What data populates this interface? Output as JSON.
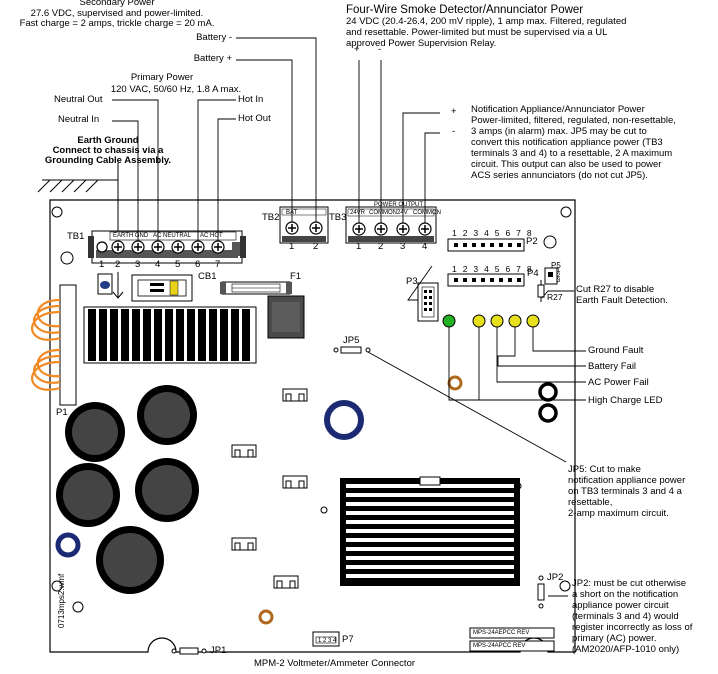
{
  "callouts": {
    "secondary_power": {
      "title": "Secondary Power",
      "line1": "27.6 VDC, supervised and power-limited.",
      "line2": "Fast charge = 2 amps, trickle charge = 20 mA."
    },
    "battery_minus": "Battery -",
    "battery_plus": "Battery +",
    "primary_power": {
      "title": "Primary Power",
      "line1": "120 VAC, 50/60 Hz, 1.8 A max."
    },
    "neutral_out": "Neutral Out",
    "neutral_in": "Neutral In",
    "hot_in": "Hot In",
    "hot_out": "Hot Out",
    "earth_ground": {
      "title": "Earth Ground",
      "line1": "Connect to chassis via a",
      "line2": "Grounding Cable Assembly."
    },
    "four_wire": {
      "title": "Four-Wire Smoke Detector/Annunciator Power",
      "line1": "24 VDC (20.4-26.4, 200 mV ripple), 1 amp max.  Filtered, regulated",
      "line2": "and resettable. Power-limited but must be  supervised via a UL",
      "line3": "approved Power Supervision Relay."
    },
    "notification": {
      "title": "Notification Appliance/Annunciator Power",
      "line1": "Power-limited, filtered, regulated, non-resettable,",
      "line2": "3 amps (in alarm) max. JP5 may be cut to",
      "line3": "convert this notification appliance power (TB3",
      "line4": "terminals 3 and 4) to a resettable, 2 A maximum",
      "line5": "circuit. This output can also be used to power",
      "line6": "ACS series annunciators (do not cut JP5)."
    },
    "cut_r27": {
      "line1": "Cut R27 to disable",
      "line2": "Earth Fault Detection."
    },
    "ground_fault": "Ground Fault",
    "battery_fail": "Battery Fail",
    "ac_power_fail": "AC Power Fail",
    "high_charge_led": "High Charge LED",
    "jp5_note": {
      "line1": "JP5: Cut to make",
      "line2": "notification appliance power",
      "line3": "on TB3 terminals 3 and 4 a",
      "line4": "resettable,",
      "line5": "2-amp maximum circuit."
    },
    "jp2_note": {
      "line1": "JP2: must be cut otherwise",
      "line2": "a short on the notification",
      "line3": "appliance power circuit",
      "line4": "(terminals 3 and 4) would",
      "line5": "register incorrectly as loss of",
      "line6": "primary (AC) power.",
      "line7": "(AM2020/AFP-1010 only)"
    },
    "mpm2": "MPM-2 Voltmeter/Ammeter Connector",
    "plus_sign": "+",
    "minus_sign": "-"
  },
  "board_labels": {
    "tb1": "TB1",
    "tb2": "TB2",
    "tb3": "TB3",
    "p1": "P1",
    "p2": "P2",
    "p3": "P3",
    "p4": "P4",
    "p5": "P5",
    "p7": "P7",
    "f1": "F1",
    "cb1": "CB1",
    "jp1": "JP1",
    "jp2": "JP2",
    "jp5": "JP5",
    "r27": "R27",
    "tb1_header1": "EARTH GND",
    "tb1_header2": "AC NEUTRAL",
    "tb1_header3": "AC HOT",
    "tb2_header": "BAT",
    "tb3_header": "POWER OUTPUT",
    "tb3_sub1": "24VR",
    "tb3_sub2": "COMMON",
    "tb3_sub3": "24V",
    "tb3_sub4": "COMMON",
    "tb1_nums": [
      "1",
      "2",
      "3",
      "4",
      "5",
      "6",
      "7"
    ],
    "tb2_nums": [
      "1",
      "2"
    ],
    "tb3_nums": [
      "1",
      "2",
      "3",
      "4"
    ],
    "p2_nums": "1 2 3 4 5 6 7 8",
    "p4_nums": "1 2 3 4 5 6 7 8",
    "p5_nums": "1 2 3",
    "p7_nums": "1 2 3 4",
    "rev1": "MPS-24AEPCC   REV",
    "rev2": "MPS-24APCC   REV",
    "drawing_id": "0713mps2.wmf"
  }
}
